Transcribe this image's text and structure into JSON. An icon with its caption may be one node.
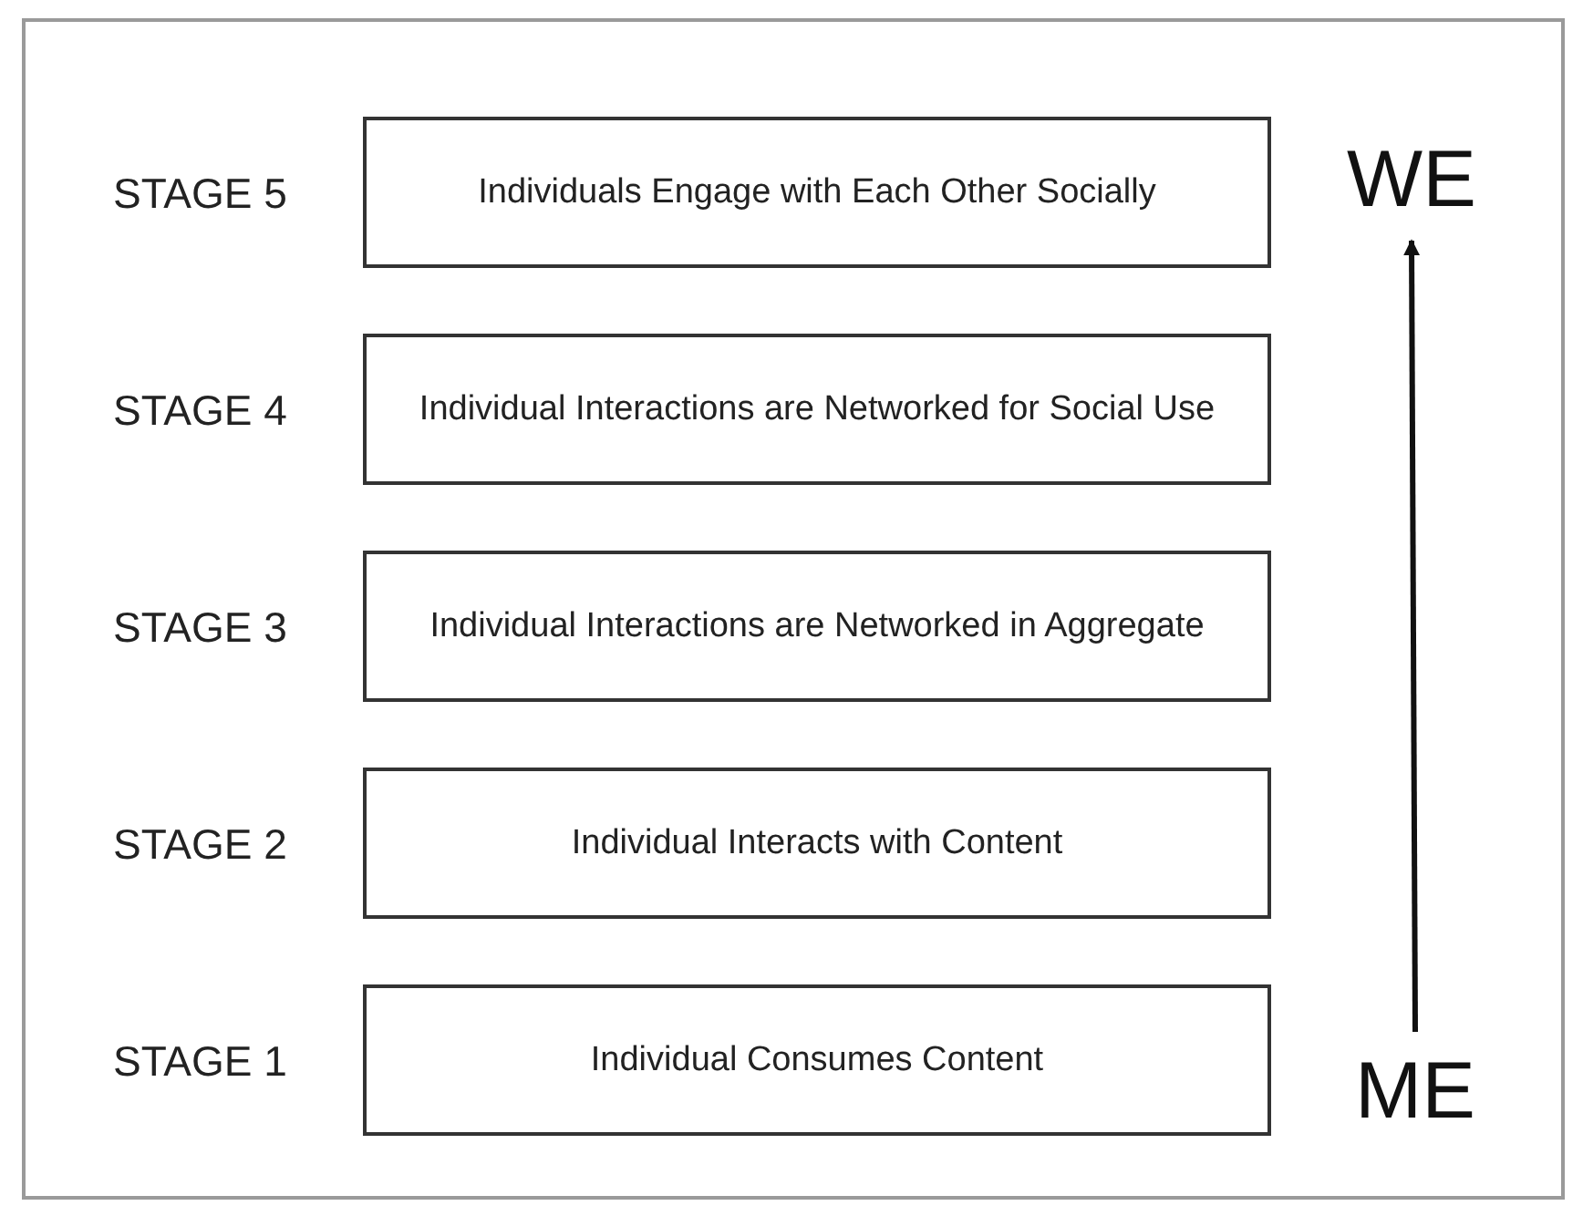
{
  "diagram": {
    "nodes": [
      {
        "text": [
          "Individuals Engage with Each Other Socially"
        ],
        "beside": [
          "STAGE 5"
        ]
      },
      {
        "text": [
          "WE"
        ]
      },
      {
        "text": [
          "Individual Interactions are Networked for Social Use"
        ],
        "beside": [
          "STAGE 4"
        ]
      },
      {
        "text": [
          "Individual Interactions are Networked in Aggregate"
        ],
        "beside": [
          "STAGE 3"
        ]
      },
      {
        "text": [
          "Individual Interacts with Content"
        ],
        "beside": [
          "STAGE 2"
        ]
      },
      {
        "text": [
          "Individual Consumes Content"
        ],
        "beside": [
          "STAGE 1"
        ]
      },
      {
        "text": [
          "ME"
        ]
      }
    ],
    "edges": [
      {
        "from": 6,
        "to": 1,
        "arrow": "to"
      }
    ]
  }
}
